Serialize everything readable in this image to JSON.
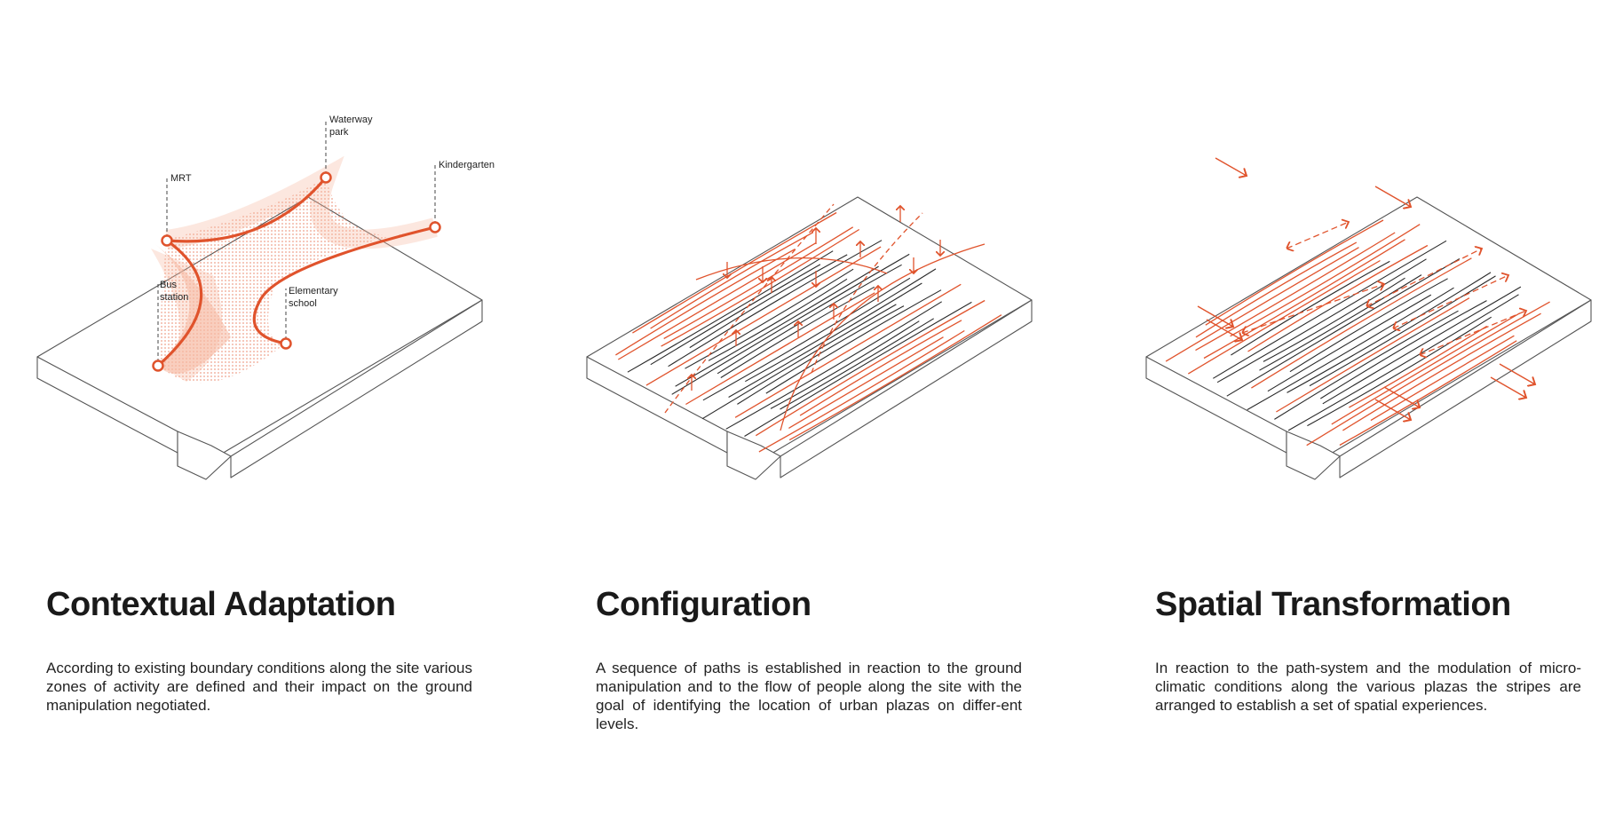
{
  "colors": {
    "accent": "#e0532c",
    "accent_light": "#f5b9a4",
    "line": "#2a2a2a",
    "outline": "#555555"
  },
  "panels": [
    {
      "title": "Contextual Adaptation",
      "body": "According to existing boundary conditions along the site various zones of activity are defined and their impact on the ground manipulation negotiated.",
      "labels": {
        "waterway_1": "Waterway",
        "waterway_2": "park",
        "mrt": "MRT",
        "kindergarten": "Kindergarten",
        "bus_1": "Bus",
        "bus_2": "station",
        "school_1": "Elementary",
        "school_2": "school"
      }
    },
    {
      "title": "Configuration",
      "body": "A sequence of paths is established in reaction to the ground manipulation and to the flow of people along the site with the goal of identifying the location of urban plazas on differ-ent levels."
    },
    {
      "title": "Spatial Transformation",
      "body": "In reaction to the path-system and the modulation of micro-climatic conditions along the various plazas the stripes are arranged to establish a set of spatial experiences."
    }
  ]
}
